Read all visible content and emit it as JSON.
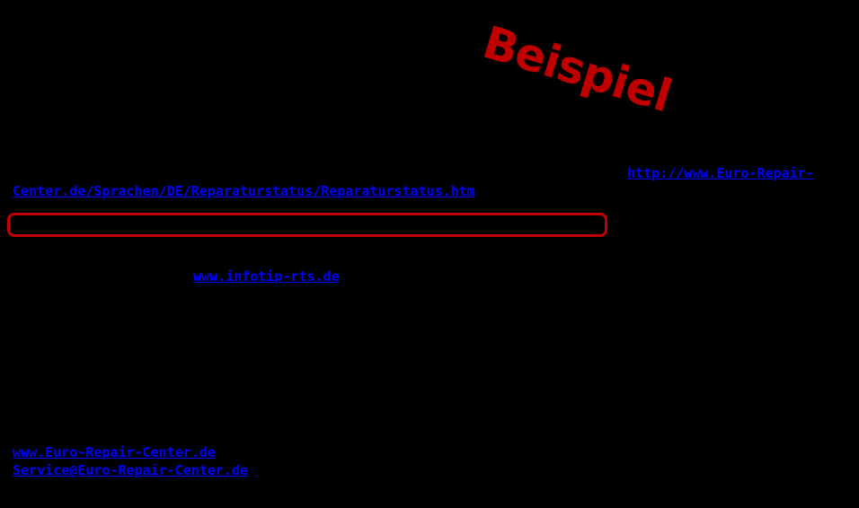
{
  "stamp": {
    "label": "Beispiel",
    "color": "#C00000"
  },
  "repair_status_link": {
    "line1": "http://www.Euro-Repair-",
    "line2": "Center.de/Sprachen/DE/Reparaturstatus/Reparaturstatus.htm"
  },
  "highlight_box": {
    "border_color": "#C00000",
    "content": ""
  },
  "infotip_link": {
    "label": "www.infotip-rts.de"
  },
  "footer_links": {
    "website": "www.Euro-Repair-Center.de",
    "email": "Service@Euro-Repair-Center.de"
  },
  "colors": {
    "background": "#000000",
    "link": "#0000FF",
    "accent_red": "#C00000"
  }
}
